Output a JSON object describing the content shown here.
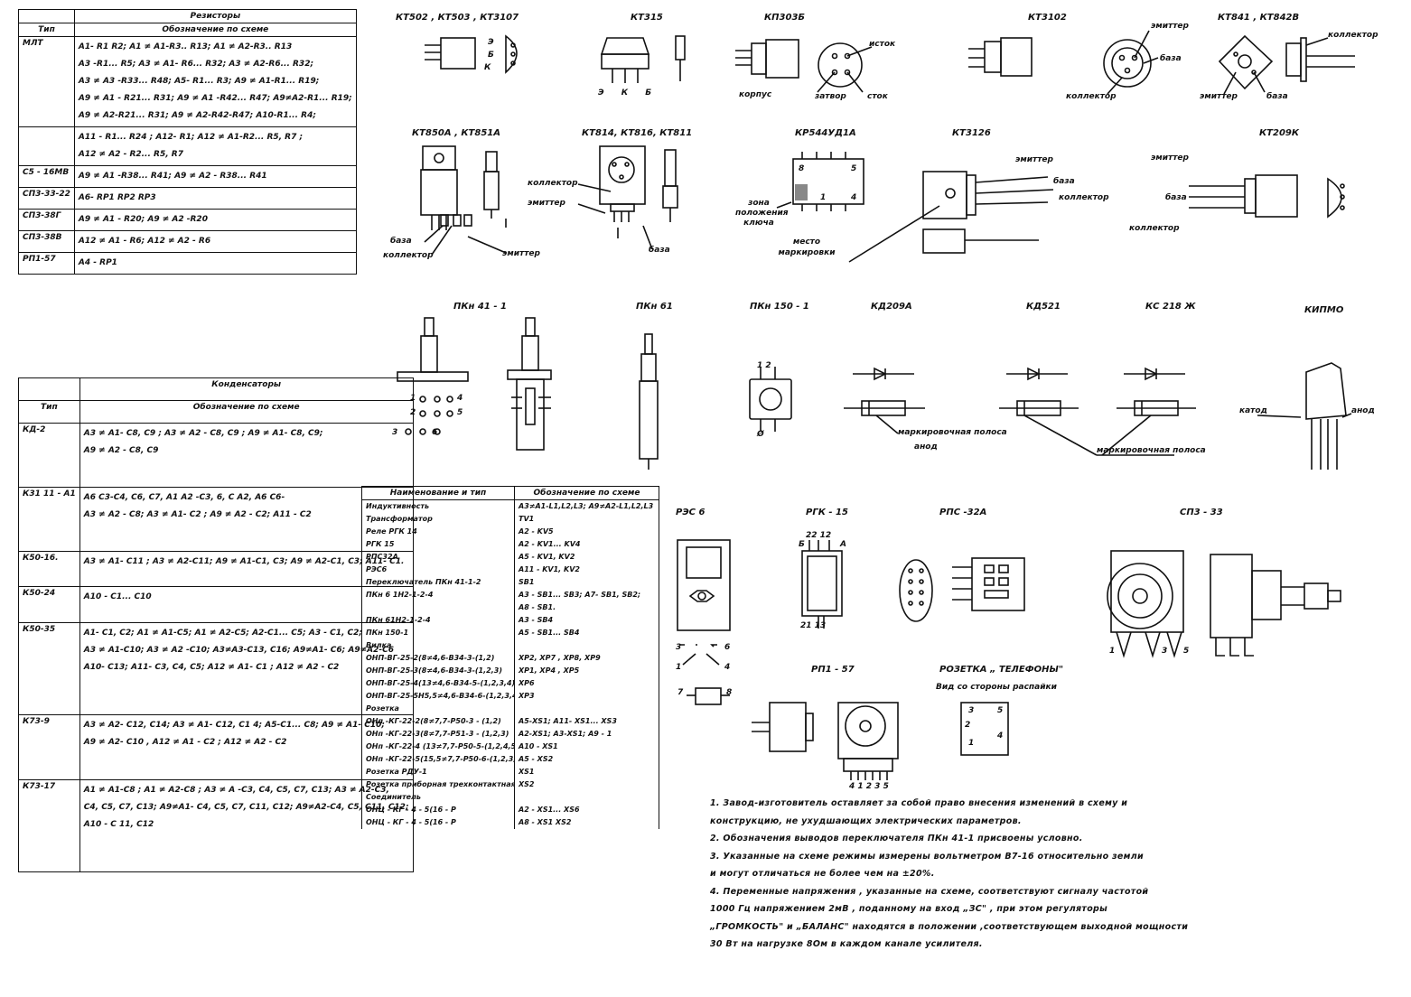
{
  "resistors": {
    "title": "Резисторы",
    "col_type": "Тип",
    "col_designation": "Обозначение по схеме",
    "rows": [
      {
        "type": "МЛТ",
        "lines": [
          "А1- R1 R2; А1 ≠ А1-R3.. R13; А1 ≠ А2-R3.. R13",
          "А3 -R1... R5; А3 ≠ А1- R6... R32; А3 ≠ А2-R6... R32;",
          "А3 ≠ А3 -R33... R48; А5- R1... R3; А9 ≠ А1-R1... R19;",
          "А9 ≠ А1 - R21... R31; А9 ≠ А1 -R42... R47; А9≠А2-R1... R19;",
          "А9 ≠ А2-R21... R31; А9 ≠ А2-R42-R47; А10-R1... R4;"
        ]
      },
      {
        "type": "",
        "lines": [
          "А11 - R1... R24 ; А12- R1; А12 ≠ А1-R2... R5, R7 ;",
          "А12 ≠ А2 - R2... R5, R7"
        ]
      },
      {
        "type": "С5 - 16МВ",
        "lines": [
          "А9 ≠ А1 -R38... R41; А9 ≠ А2 - R38... R41"
        ]
      },
      {
        "type": "СП3-33-22",
        "lines": [
          "А6- RP1 RP2 RP3"
        ]
      },
      {
        "type": "СП3-38Г",
        "lines": [
          "А9 ≠ А1 - R20; А9 ≠ А2 -R20"
        ]
      },
      {
        "type": "СП3-38В",
        "lines": [
          "А12 ≠ А1 - R6; А12 ≠ А2 - R6"
        ]
      },
      {
        "type": "РП1-57",
        "lines": [
          "А4 - RP1"
        ]
      }
    ]
  },
  "capacitors": {
    "title": "Конденсаторы",
    "col_type": "Тип",
    "col_designation": "Обозначение по схеме",
    "rows": [
      {
        "type": "КД-2",
        "lines": [
          "А3 ≠ А1- С8, С9 ; А3 ≠ А2 - С8, С9 ; А9 ≠ А1- С8, С9;",
          "А9 ≠ А2 - С8, С9"
        ]
      },
      {
        "type": "К31 11 - А1",
        "lines": [
          "А6 С3-С4, С6, С7, А1 А2 -С3, 6, С А2, А6 С6-",
          "А3 ≠ А2 - С8; А3 ≠ А1- С2 ; А9 ≠ А2 - С2; А11 - С2"
        ]
      },
      {
        "type": "К50-16.",
        "lines": [
          "А3 ≠ А1- С11 ; А3 ≠ А2-С11; А9 ≠ А1-С1, С3; А9 ≠ А2-С1, С3; А11- С1."
        ]
      },
      {
        "type": "К50-24",
        "lines": [
          "А10 - С1... С10"
        ]
      },
      {
        "type": "К50-35",
        "lines": [
          "А1- С1, С2; А1 ≠ А1-С5; А1 ≠ А2-С5; А2-С1... С5; А3 - С1, С2;",
          "А3 ≠ А1-С10; А3 ≠ А2 -С10; А3≠А3-С13, С16; А9≠А1- С6; А9≠А2-С6",
          "А10- С13; А11- С3, С4, С5; А12 ≠ А1- С1 ; А12 ≠ А2 - С2"
        ]
      },
      {
        "type": "К73-9",
        "lines": [
          "А3 ≠ А2- С12, С14; А3 ≠ А1- С12, С1 4; А5-С1... С8; А9 ≠ А1- С10;",
          "А9 ≠ А2- С10 , А12 ≠ А1 - С2 ; А12 ≠ А2 - С2"
        ]
      },
      {
        "type": "К73-17",
        "lines": [
          "А1 ≠ А1-С8 ; А1 ≠ А2-С8 ; А3 ≠ А -С3, С4, С5, С7, С13; А3 ≠ А2-С3,",
          "С4, С5, С7, С13; А9≠А1- С4, С5, С7, С11, С12; А9≠А2-С4, С5, С11, С12;",
          "А10 - С 11, С12"
        ]
      }
    ]
  },
  "components": {
    "col_name": "Наименование и тип",
    "col_designation": "Обозначение по схеме",
    "rows": [
      {
        "name": "Индуктивность",
        "designation": "А3≠А1-L1,L2,L3; А9≠А2-L1,L2,L3"
      },
      {
        "name": "Трансформатор",
        "designation": "TV1"
      },
      {
        "name": "Реле РГК 14",
        "designation": "А2 - KV5"
      },
      {
        "name": "РГК 15",
        "designation": "А2 - KV1... KV4"
      },
      {
        "name": "РПС32А",
        "designation": "А5 - KV1, KV2"
      },
      {
        "name": "РЭС6",
        "designation": "А11 - KV1, KV2"
      },
      {
        "name": "Переключатель ПКн 41-1-2",
        "designation": "SB1"
      },
      {
        "name": "ПКн 6 1Н2-1-2-4",
        "designation": "А3 - SB1... SB3; А7- SB1, SB2;"
      },
      {
        "name": "",
        "designation": "А8 - SB1."
      },
      {
        "name": "ПКн 61Н2-1-2-4",
        "designation": "А3 - SB4"
      },
      {
        "name": "ПКн 150-1",
        "designation": "А5 - SB1... SB4"
      },
      {
        "name": "Вилка",
        "designation": ""
      },
      {
        "name": "ОНП-ВГ-25-2(8≠4,6-В34-3-(1,2)",
        "designation": "XP2, XP7 , XP8, XP9"
      },
      {
        "name": "ОНП-ВГ-25-3(8≠4,6-В34-3-(1,2,3)",
        "designation": "XP1, XP4 , XP5"
      },
      {
        "name": "ОНП-ВГ-25-4(13≠4,6-В34-5-(1,2,3,4)",
        "designation": "XP6"
      },
      {
        "name": "ОНП-ВГ-25-5Н5,5≠4,6-В34-6-(1,2,3,4,5)",
        "designation": "XP3"
      },
      {
        "name": "Розетка",
        "designation": ""
      },
      {
        "name": "ОНп -КГ-22-2(8≠7,7-Р50-3 - (1,2)",
        "designation": "А5-XS1; А11- XS1... XS3"
      },
      {
        "name": "ОНп -КГ-22-3(8≠7,7-Р51-3 - (1,2,3)",
        "designation": "А2-XS1; А3-XS1; А9 - 1"
      },
      {
        "name": "ОНп -КГ-22-4 (13≠7,7-Р50-5-(1,2,4,5)",
        "designation": "А10 - XS1"
      },
      {
        "name": "ОНп -КГ-22-5(15,5≠7,7-Р50-6-(1,2,3,4,5)",
        "designation": "А5 - XS2"
      },
      {
        "name": "Розетка РДУ-1",
        "designation": "XS1"
      },
      {
        "name": "Розетка приборная трехконтактная",
        "designation": "XS2"
      },
      {
        "name": "Соединитель",
        "designation": ""
      },
      {
        "name": "ОНЦ - КГ - 4 - 5(16 - Р",
        "designation": "А2 - XS1... XS6"
      },
      {
        "name": "ОНЦ - КГ - 4 - 5(16 - Р",
        "designation": "А8 - XS1 XS2"
      }
    ]
  },
  "labels": {
    "kt502": "КТ502 , КТ503 , КТ3107",
    "kt315": "КТ315",
    "kp303": "КП303Б",
    "kt3102": "КТ3102",
    "kt842": "КТ841 , КТ842В",
    "kt850": "КТ850А , КТ851А",
    "kt814": "КТ814, КТ816, КТ811",
    "kr544": "КР544УД1А",
    "kt3126": "КТ3126",
    "kt209": "КТ209К",
    "pkn41": "ПКн 41 - 1",
    "pkn61": "ПКн 61",
    "pkn150": "ПКн 150 - 1",
    "kd209": "КД209А",
    "kd521": "КД521",
    "ks218": "КС 218 Ж",
    "kipmo": "КИПМО",
    "res6": "РЭС 6",
    "rgk15": "РГК - 15",
    "rps32": "РПС -32А",
    "sp333": "СП3 - 33",
    "rp157": "РП1 - 57",
    "rozetka": "РОЗЕТКА „ ТЕЛЕФОНЫ\"",
    "rozetka_sub": "Вид со стороны распайки",
    "pin_e": "Э",
    "pin_b": "Б",
    "pin_k": "К",
    "pins_ekb": "Э К Б",
    "istok": "исток",
    "korpus": "корпус",
    "zatvor": "затвор",
    "stok": "сток",
    "emitter": "эмиттер",
    "baza": "база",
    "kollektor": "коллектор",
    "kollektor_tor": "коллектор",
    "emitter2": "эмиттер",
    "zona": "зона положения ключа",
    "mesto": "место маркировки",
    "pin8": "8",
    "pin5": "5",
    "pin1": "1",
    "pin4": "4",
    "katod": "катод",
    "anod": "анод",
    "marking_band": "маркировочная полоса",
    "anode_lbl": "анод",
    "pkn_pins": [
      "1",
      "2",
      "3",
      "4",
      "5",
      "6"
    ],
    "rgk_pins_top": "22 12",
    "rgk_b": "Б",
    "rgk_a": "А",
    "rgk_pins_bot": "21 13",
    "pkn150_pins": "1 2",
    "pkn150_bot": "Ø",
    "res6_pins": [
      "3",
      "6",
      "1",
      "4",
      "7",
      "8"
    ],
    "rp157_pins": "4 1 2 3 5",
    "rozetka_pins": [
      "3",
      "5",
      "2",
      "4",
      "1"
    ],
    "sp_pins": [
      "1",
      "3",
      "5"
    ]
  },
  "notes": [
    "1. Завод-изготовитель оставляет за собой право внесения изменений в схему и",
    "конструкцию, не ухудшающих электрических параметров.",
    "2. Обозначения выводов переключателя ПКн 41-1 присвоены условно.",
    "3. Указанные на схеме режимы измерены вольтметром В7-16 относительно земли",
    "и могут отличаться не более чем на ±20%.",
    "4. Переменные напряжения , указанные на схеме, соответствуют сигналу частотой",
    "1000 Гц напряжением 2мВ , поданному на вход „ЗС\" , при этом регуляторы",
    "„ГРОМКОСТЬ\" и „БАЛАНС\" находятся в положении ,соответствующем выходной мощности",
    "30 Вт на нагрузке 8Ом в каждом канале усилителя."
  ]
}
